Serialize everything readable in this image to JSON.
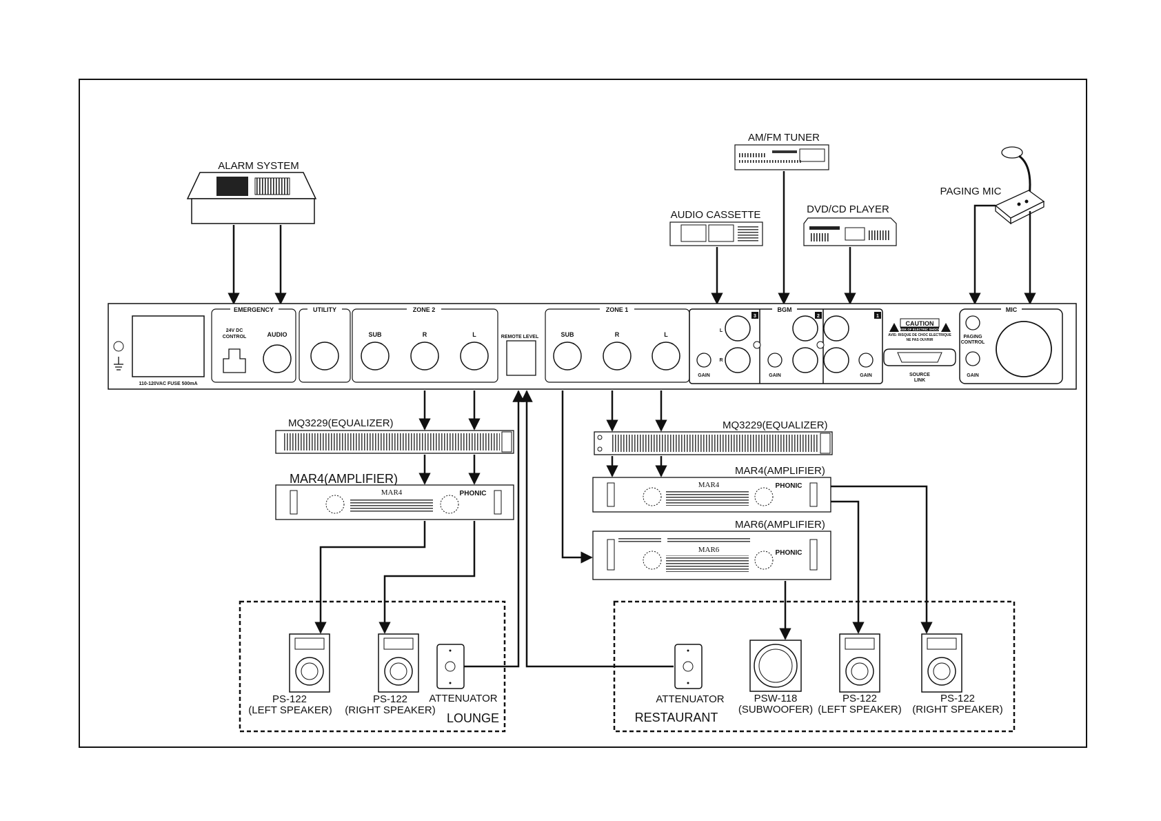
{
  "devices": {
    "alarm_system": "ALARM SYSTEM",
    "am_fm_tuner": "AM/FM TUNER",
    "audio_cassette": "AUDIO CASSETTE",
    "dvd_cd_player": "DVD/CD PLAYER",
    "paging_mic": "PAGING MIC",
    "equalizer_left": "MQ3229(EQUALIZER)",
    "equalizer_right": "MQ3229(EQUALIZER)",
    "amp_left": "MAR4(AMPLIFIER)",
    "amp_right_4": "MAR4(AMPLIFIER)",
    "amp_right_6": "MAR6(AMPLIFIER)",
    "amp_face_mar4": "MAR4",
    "amp_face_mar6": "MAR6",
    "brand": "PHONIC"
  },
  "panel": {
    "fuse": "110-120VAC FUSE 500mA",
    "emergency": "EMERGENCY",
    "dc_control_1": "24V DC",
    "dc_control_2": "CONTROL",
    "audio": "AUDIO",
    "utility": "UTILITY",
    "zone2": "ZONE 2",
    "zone1": "ZONE 1",
    "sub": "SUB",
    "r": "R",
    "l": "L",
    "remote_level": "REMOTE LEVEL",
    "bgm": "BGM",
    "gain": "GAIN",
    "ch3": "3",
    "ch2": "2",
    "ch1": "1",
    "caution": "CAUTION",
    "caution_sub": "RISK OF ELECTRIC SHOCK",
    "avis": "AVIS: RISQUE DE CHOC ELECTRIQUE",
    "ne_pas": "NE PAS OUVRIR",
    "source_link_1": "SOURCE",
    "source_link_2": "LINK",
    "mic": "MIC",
    "paging_control_1": "PAGING",
    "paging_control_2": "CONTROL"
  },
  "lounge": {
    "zone_name": "LOUNGE",
    "left_speaker_model": "PS-122",
    "left_speaker_role": "(LEFT SPEAKER)",
    "right_speaker_model": "PS-122",
    "right_speaker_role": "(RIGHT SPEAKER)",
    "attenuator": "ATTENUATOR"
  },
  "restaurant": {
    "zone_name": "RESTAURANT",
    "attenuator": "ATTENUATOR",
    "sub_model": "PSW-118",
    "sub_role": "(SUBWOOFER)",
    "left_speaker_model": "PS-122",
    "left_speaker_role": "(LEFT SPEAKER)",
    "right_speaker_model": "PS-122",
    "right_speaker_role": "(RIGHT SPEAKER)"
  }
}
